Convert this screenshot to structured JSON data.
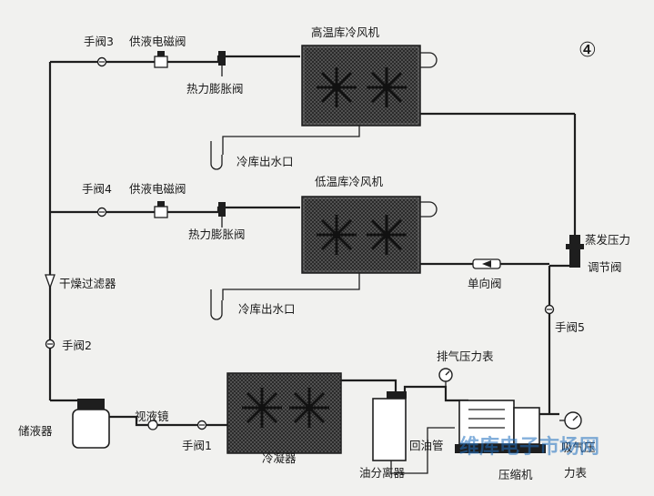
{
  "figure_number": "④",
  "labels": {
    "hand_valve_3": "手阀3",
    "supply_solenoid_top": "供液电磁阀",
    "high_temp_fan_unit": "高温库冷风机",
    "thermal_expansion_top": "热力膨胀阀",
    "drain_top": "冷库出水口",
    "hand_valve_4": "手阀4",
    "supply_solenoid_mid": "供液电磁阀",
    "low_temp_fan_unit": "低温库冷风机",
    "thermal_expansion_mid": "热力膨胀阀",
    "evap_pressure_reg_line1": "蒸发压力",
    "evap_pressure_reg_line2": "调节阀",
    "dry_filter": "干燥过滤器",
    "check_valve": "单向阀",
    "drain_mid": "冷库出水口",
    "hand_valve_2": "手阀2",
    "hand_valve_5": "手阀5",
    "discharge_gauge": "排气压力表",
    "receiver": "储液器",
    "sight_glass": "视液镜",
    "hand_valve_1": "手阀1",
    "condenser": "冷凝器",
    "oil_separator": "油分离器",
    "oil_return_pipe": "回油管",
    "compressor": "压缩机",
    "suction_gauge_line1": "吸气压",
    "suction_gauge_line2": "力表"
  },
  "watermark": "维库电子市场网",
  "colors": {
    "pipe": "#1e1e1e",
    "background": "#f1f1ef",
    "coil_fill": "#3a3a3a",
    "watermark": "#1f6fbf"
  }
}
